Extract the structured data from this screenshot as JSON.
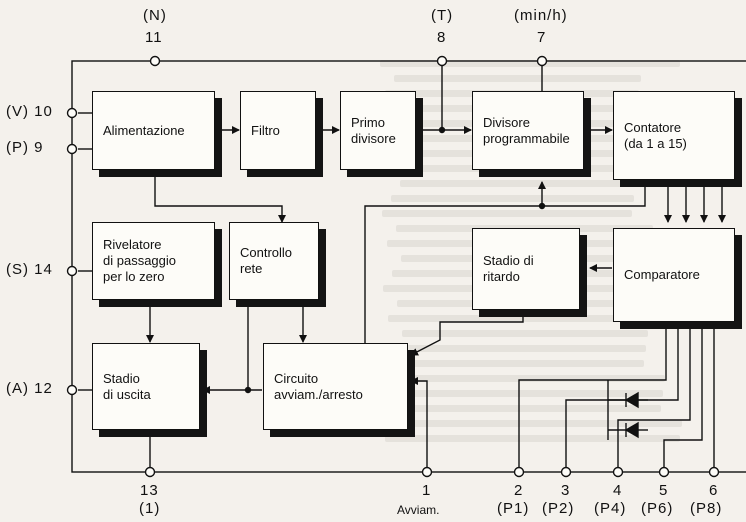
{
  "blocks": {
    "alimentazione": "Alimentazione",
    "filtro": "Filtro",
    "primo_divisore": "Primo\ndivisore",
    "divisore_programmabile": "Divisore\nprogrammabile",
    "contatore": "Contatore\n(da 1 a 15)",
    "rivelatore": "Rivelatore\ndi passaggio\nper lo zero",
    "controllo_rete": "Controllo\nrete",
    "stadio_ritardo": "Stadio di\nritardo",
    "comparatore": "Comparatore",
    "stadio_uscita": "Stadio\ndi uscita",
    "circuito": "Circuito\navviam./arresto"
  },
  "pins": {
    "p11_code": "(N)",
    "p11_num": "11",
    "p8_code": "(T)",
    "p8_num": "8",
    "p7_code": "(min/h)",
    "p7_num": "7",
    "p10": "(V) 10",
    "p9": "(P) 9",
    "p14": "(S) 14",
    "p12": "(A) 12",
    "p13_num": "13",
    "p13_code": "(1)",
    "p1_num": "1",
    "p1_code": "Avviam.",
    "p2_num": "2",
    "p2_code": "(P1)",
    "p3_num": "3",
    "p3_code": "(P2)",
    "p4_num": "4",
    "p4_code": "(P4)",
    "p5_num": "5",
    "p5_code": "(P6)",
    "p6_num": "6",
    "p6_code": "(P8)"
  }
}
